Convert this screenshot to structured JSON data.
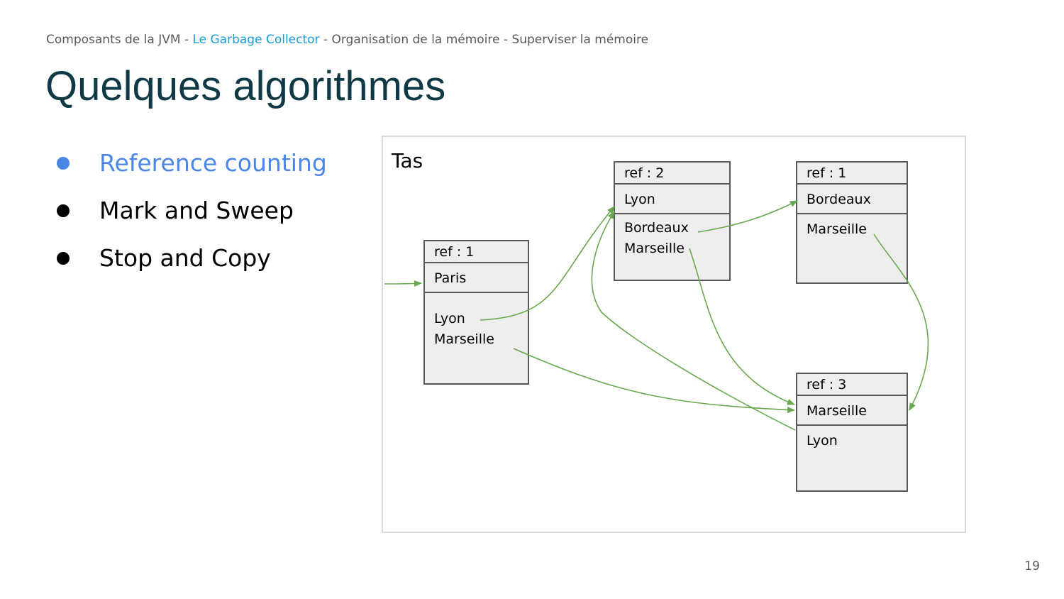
{
  "breadcrumb": {
    "item1": "Composants de la JVM",
    "sep1": " - ",
    "item2": "Le Garbage Collector",
    "sep2": " - ",
    "item3": "Organisation de la mémoire",
    "sep3": " - ",
    "item4": "Superviser la mémoire",
    "active_color": "#1a9bd7"
  },
  "title": "Quelques algorithmes",
  "bullets": [
    {
      "label": "Reference counting",
      "active": true
    },
    {
      "label": "Mark and Sweep",
      "active": false
    },
    {
      "label": "Stop and Copy",
      "active": false
    }
  ],
  "heap": {
    "label": "Tas",
    "objects": [
      {
        "ref": "ref : 1",
        "name": "Paris",
        "references": [
          "Lyon",
          "Marseille"
        ]
      },
      {
        "ref": "ref : 2",
        "name": "Lyon",
        "references": [
          "Bordeaux",
          "Marseille"
        ]
      },
      {
        "ref": "ref : 1",
        "name": "Bordeaux",
        "references": [
          "Marseille"
        ]
      },
      {
        "ref": "ref : 3",
        "name": "Marseille",
        "references": [
          "Lyon"
        ]
      }
    ],
    "arrow_color": "#6aa84f"
  },
  "page_number": "19"
}
